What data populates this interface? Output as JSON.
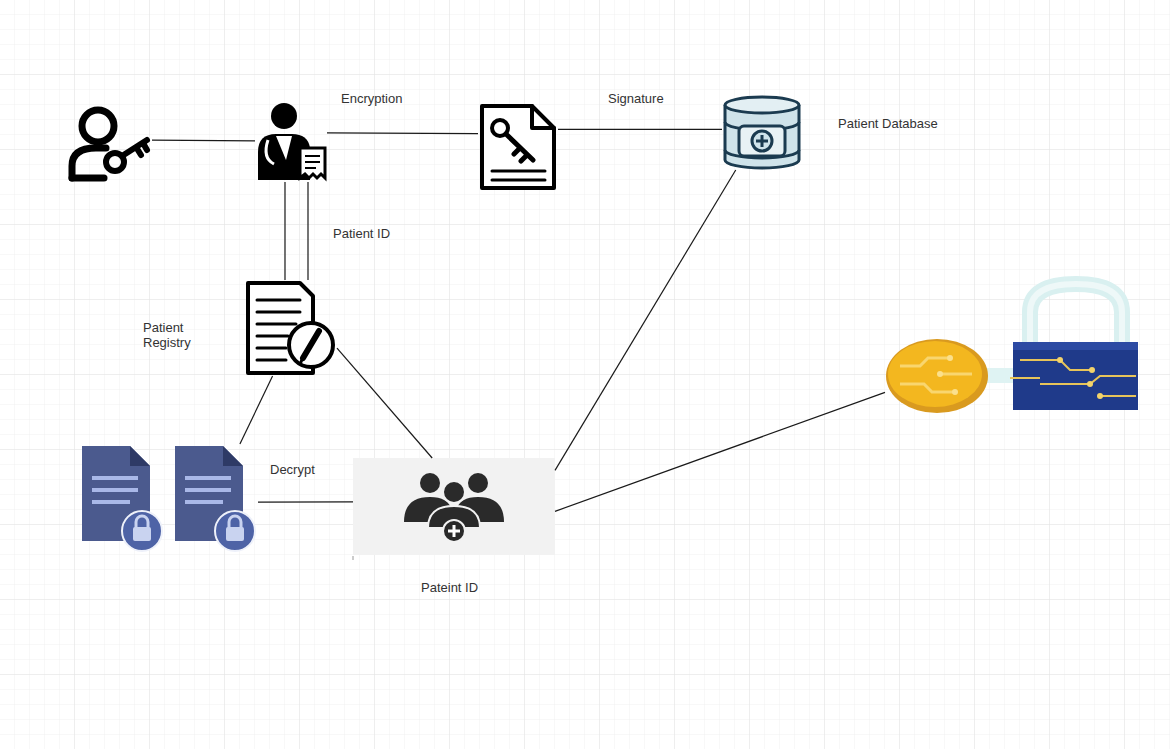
{
  "diagram": {
    "nodes": [
      {
        "text": []
      },
      {
        "text": []
      },
      {
        "text": []
      },
      {
        "text": [
          "Patient Database"
        ]
      },
      {
        "text": [
          "Patient Registry"
        ]
      },
      {
        "text": []
      },
      {
        "text": []
      },
      {
        "text": [
          "Pateint ID"
        ]
      }
    ],
    "edges": [
      {
        "from": 0,
        "to": 1,
        "arrow": "none"
      },
      {
        "from": 1,
        "to": 2,
        "label": "Encryption",
        "arrow": "none"
      },
      {
        "from": 2,
        "to": 3,
        "label": "Signature",
        "arrow": "none"
      },
      {
        "from": 1,
        "to": 4,
        "label": "Patient ID",
        "arrow": "none"
      },
      {
        "from": 4,
        "to": 6,
        "arrow": "none"
      },
      {
        "from": 4,
        "to": 7,
        "arrow": "none"
      },
      {
        "from": 6,
        "to": 7,
        "label": "Decrypt",
        "arrow": "none"
      },
      {
        "from": 3,
        "to": 7,
        "arrow": "none"
      },
      {
        "from": 7,
        "to": 5,
        "arrow": "none"
      }
    ]
  }
}
